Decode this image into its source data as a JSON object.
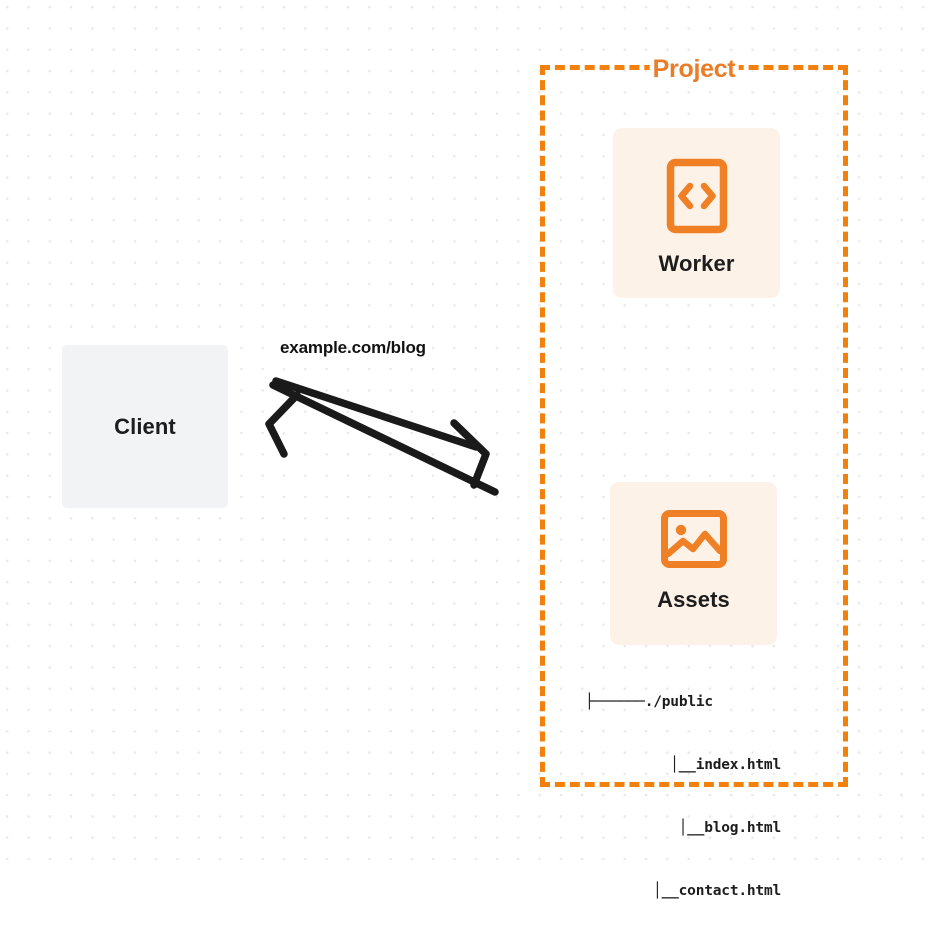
{
  "diagram": {
    "type": "architecture-flow",
    "background": {
      "style": "dot-grid",
      "dot_color": "#e9eaec",
      "page_color": "#ffffff"
    },
    "colors": {
      "accent_orange": "#f2800d",
      "title_orange": "#ea7c26",
      "card_background": "#fdf2e8",
      "client_background": "#f2f3f5",
      "text_dark": "#1d1d1d",
      "arrow_stroke": "#1a1a1a"
    },
    "client": {
      "label": "Client"
    },
    "edge": {
      "label": "example.com/blog",
      "request_direction": "client-to-project",
      "response_direction": "project-to-client"
    },
    "project": {
      "title": "Project",
      "border_style": "dashed",
      "nodes": [
        {
          "id": "worker",
          "label": "Worker",
          "icon": "code-brackets-icon"
        },
        {
          "id": "assets",
          "label": "Assets",
          "icon": "image-landscape-icon"
        }
      ]
    },
    "file_tree": {
      "rows": [
        {
          "branch": "├──────",
          "name": "./public"
        },
        {
          "branch": "│__",
          "name": "index.html"
        },
        {
          "branch": "│__",
          "name": "blog.html"
        },
        {
          "branch": "│__",
          "name": "contact.html"
        }
      ]
    }
  }
}
